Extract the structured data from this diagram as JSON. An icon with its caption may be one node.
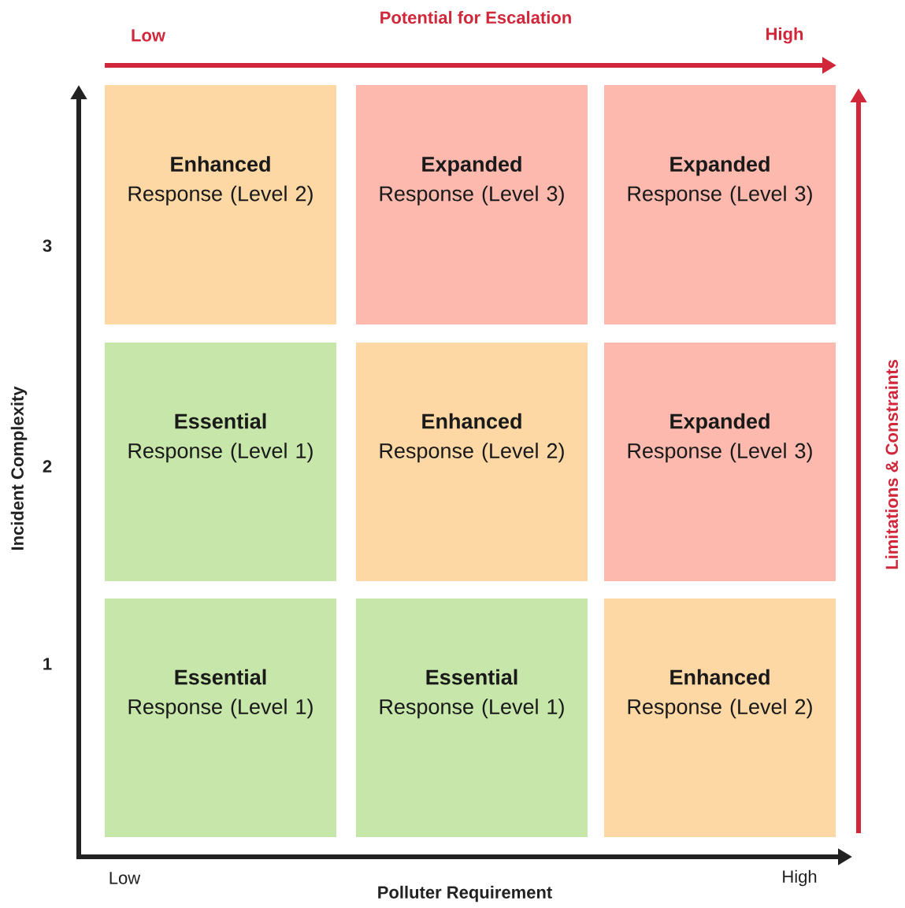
{
  "diagram": {
    "nodes": [
      {
        "text": [
          "Enhanced",
          "Response (Level 2)"
        ]
      },
      {
        "text": [
          "Expanded",
          "Response (Level 3)"
        ]
      },
      {
        "text": [
          "Expanded",
          "Response (Level 3)"
        ]
      },
      {
        "text": [
          "Essential",
          "Response (Level 1)"
        ]
      },
      {
        "text": [
          "Enhanced",
          "Response (Level 2)"
        ]
      },
      {
        "text": [
          "Expanded",
          "Response (Level 3)"
        ]
      },
      {
        "text": [
          "Essential",
          "Response (Level 1)"
        ]
      },
      {
        "text": [
          "Essential",
          "Response (Level 1)"
        ]
      },
      {
        "text": [
          "Enhanced",
          "Response (Level 2)"
        ]
      }
    ],
    "labels": [
      "Potential for Escalation",
      "Low",
      "High",
      "3",
      "2",
      "1",
      "Incident Complexity",
      "Limitations & Constraints",
      "Low",
      "High",
      "Polluter Requirement"
    ]
  }
}
